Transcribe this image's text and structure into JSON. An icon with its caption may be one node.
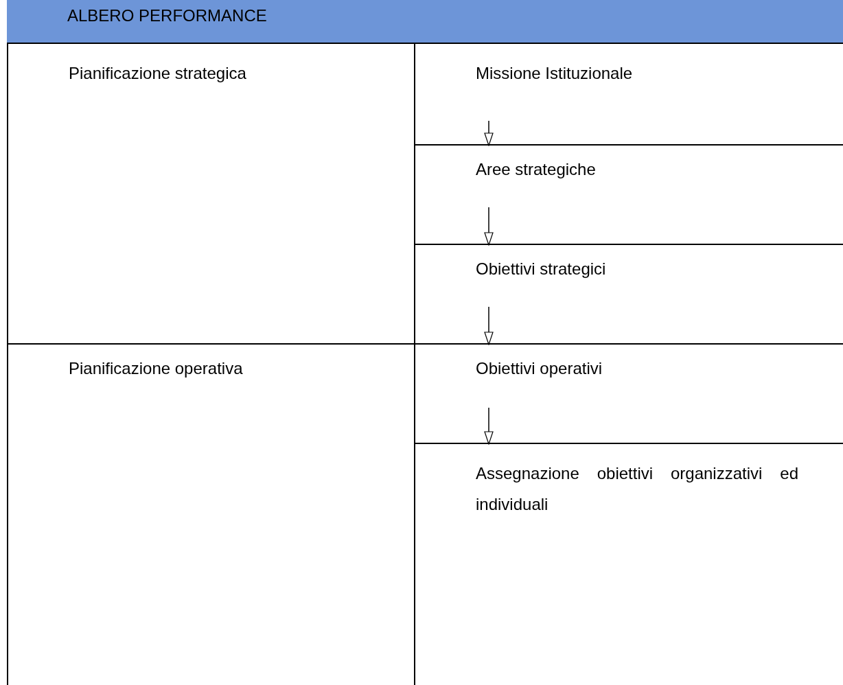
{
  "diagram": {
    "nodes": [
      {
        "text": [
          "ALBERO PERFORMANCE"
        ]
      },
      {
        "text": [
          "Pianificazione strategica"
        ]
      },
      {
        "text": [
          "Missione Istituzionale"
        ]
      },
      {
        "text": [
          "Aree strategiche"
        ]
      },
      {
        "text": [
          "Obiettivi strategici"
        ]
      },
      {
        "text": [
          "Pianificazione operativa"
        ]
      },
      {
        "text": [
          "Obiettivi operativi"
        ]
      },
      {
        "text": [
          "Assegnazione obiettivi organizzativi ed individuali"
        ]
      }
    ],
    "edges": [
      {
        "from": 2,
        "to": 3,
        "arrow": "to"
      },
      {
        "from": 3,
        "to": 4,
        "arrow": "to"
      },
      {
        "from": 4,
        "to": 6,
        "arrow": "to"
      },
      {
        "from": 6,
        "to": 7,
        "arrow": "to"
      }
    ]
  }
}
